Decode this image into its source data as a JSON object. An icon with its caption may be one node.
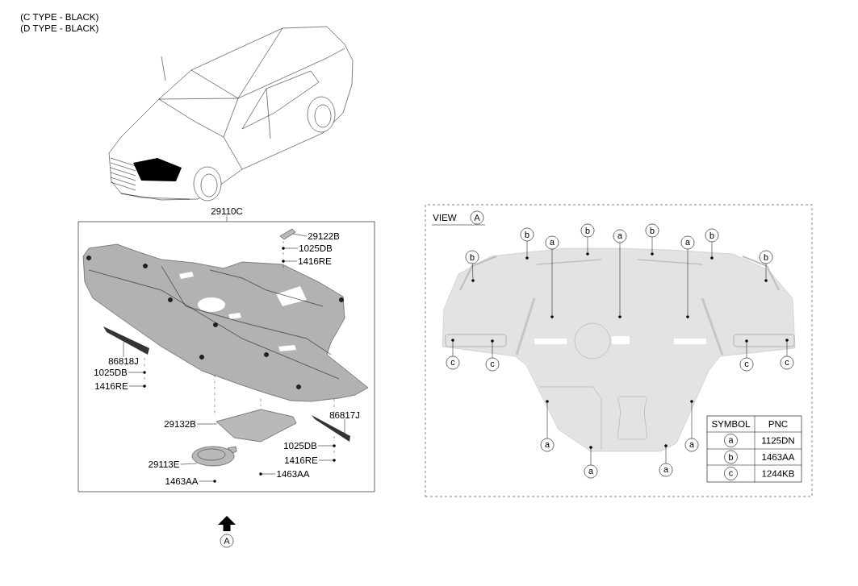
{
  "diagram": {
    "nodes": [
      {
        "text": [
          "29110C"
        ]
      },
      {
        "text": [],
        "shape": "box"
      },
      {
        "text": [
          "29122B"
        ],
        "in": 1
      },
      {
        "text": [
          "1025DB"
        ],
        "in": 1
      },
      {
        "text": [
          "1416RE"
        ],
        "in": 1
      },
      {
        "text": [
          "86818J"
        ],
        "in": 1
      },
      {
        "text": [
          "1025DB"
        ],
        "in": 1
      },
      {
        "text": [
          "1416RE"
        ],
        "in": 1
      },
      {
        "text": [
          "86817J"
        ],
        "in": 1
      },
      {
        "text": [
          "29132B"
        ],
        "in": 1
      },
      {
        "text": [
          "1025DB"
        ],
        "in": 1
      },
      {
        "text": [
          "1416RE"
        ],
        "in": 1
      },
      {
        "text": [
          "29113E"
        ],
        "in": 1
      },
      {
        "text": [
          "1463AA"
        ],
        "in": 1
      },
      {
        "text": [
          "1463AA"
        ],
        "in": 1
      },
      {
        "text": [
          "VIEW",
          "A"
        ]
      },
      {
        "text": [
          "b"
        ],
        "in": 15
      },
      {
        "text": [
          "b"
        ],
        "in": 15
      },
      {
        "text": [
          "a"
        ],
        "in": 15
      },
      {
        "text": [
          "b"
        ],
        "in": 15
      },
      {
        "text": [
          "a"
        ],
        "in": 15
      },
      {
        "text": [
          "b"
        ],
        "in": 15
      },
      {
        "text": [
          "a"
        ],
        "in": 15
      },
      {
        "text": [
          "b"
        ],
        "in": 15
      },
      {
        "text": [
          "b"
        ],
        "in": 15
      },
      {
        "text": [
          "c"
        ],
        "in": 15
      },
      {
        "text": [
          "c"
        ],
        "in": 15
      },
      {
        "text": [
          "c"
        ],
        "in": 15
      },
      {
        "text": [
          "c"
        ],
        "in": 15
      },
      {
        "text": [
          "a"
        ],
        "in": 15
      },
      {
        "text": [
          "a"
        ],
        "in": 15
      },
      {
        "text": [
          "a"
        ],
        "in": 15
      },
      {
        "text": [
          "a"
        ],
        "in": 15
      },
      {
        "text": [],
        "shape": "picture",
        "in": 1
      },
      {
        "text": [],
        "shape": "circle",
        "in": 1
      },
      {
        "text": [],
        "shape": "circle",
        "in": 1
      },
      {
        "text": [],
        "shape": "picture",
        "in": 1
      },
      {
        "text": [],
        "shape": "circle",
        "in": 1
      },
      {
        "text": [],
        "shape": "circle",
        "in": 1
      },
      {
        "text": [],
        "shape": "picture",
        "in": 1
      },
      {
        "text": [],
        "shape": "picture",
        "in": 1
      },
      {
        "text": [],
        "shape": "circle",
        "in": 1
      },
      {
        "text": [],
        "shape": "circle",
        "in": 1
      },
      {
        "text": [],
        "shape": "picture",
        "in": 1
      },
      {
        "text": [],
        "shape": "circle",
        "in": 1
      },
      {
        "text": [],
        "shape": "circle",
        "in": 1
      },
      {
        "text": [],
        "shape": "circle",
        "in": 15
      },
      {
        "text": [],
        "shape": "circle",
        "in": 15
      },
      {
        "text": [],
        "shape": "circle",
        "in": 15
      },
      {
        "text": [],
        "shape": "circle",
        "in": 15
      },
      {
        "text": [],
        "shape": "circle",
        "in": 15
      },
      {
        "text": [],
        "shape": "circle",
        "in": 15
      },
      {
        "text": [],
        "shape": "circle",
        "in": 15
      },
      {
        "text": [],
        "shape": "circle",
        "in": 15
      },
      {
        "text": [],
        "shape": "circle",
        "in": 15
      },
      {
        "text": [],
        "shape": "circle",
        "in": 15
      },
      {
        "text": [],
        "shape": "circle",
        "in": 15
      },
      {
        "text": [],
        "shape": "circle",
        "in": 15
      },
      {
        "text": [],
        "shape": "circle",
        "in": 15
      },
      {
        "text": [],
        "shape": "circle",
        "in": 15
      },
      {
        "text": [],
        "shape": "circle",
        "in": 15
      },
      {
        "text": [],
        "shape": "circle",
        "in": 15
      },
      {
        "text": [],
        "shape": "circle",
        "in": 15
      }
    ],
    "edges": [
      {
        "from": 0,
        "to": 1,
        "arrow": "none"
      },
      {
        "from": 2,
        "to": 33,
        "arrow": "none"
      },
      {
        "from": 3,
        "to": 34,
        "arrow": "none"
      },
      {
        "from": 4,
        "to": 35,
        "arrow": "none"
      },
      {
        "from": 5,
        "to": 36,
        "arrow": "none"
      },
      {
        "from": 6,
        "to": 37,
        "arrow": "none"
      },
      {
        "from": 7,
        "to": 38,
        "arrow": "none"
      },
      {
        "from": 8,
        "to": 39,
        "arrow": "none"
      },
      {
        "from": 9,
        "to": 40,
        "arrow": "none"
      },
      {
        "from": 10,
        "to": 41,
        "arrow": "none"
      },
      {
        "from": 11,
        "to": 42,
        "arrow": "none"
      },
      {
        "from": 12,
        "to": 43,
        "arrow": "none"
      },
      {
        "from": 13,
        "to": 44,
        "arrow": "none"
      },
      {
        "from": 14,
        "to": 45,
        "arrow": "none"
      },
      {
        "from": 16,
        "to": 46,
        "arrow": "none"
      },
      {
        "from": 17,
        "to": 47,
        "arrow": "none"
      },
      {
        "from": 18,
        "to": 48,
        "arrow": "none"
      },
      {
        "from": 19,
        "to": 49,
        "arrow": "none"
      },
      {
        "from": 20,
        "to": 50,
        "arrow": "none"
      },
      {
        "from": 21,
        "to": 51,
        "arrow": "none"
      },
      {
        "from": 22,
        "to": 52,
        "arrow": "none"
      },
      {
        "from": 23,
        "to": 53,
        "arrow": "none"
      },
      {
        "from": 24,
        "to": 54,
        "arrow": "none"
      },
      {
        "from": 25,
        "to": 55,
        "arrow": "none"
      },
      {
        "from": 26,
        "to": 56,
        "arrow": "none"
      },
      {
        "from": 27,
        "to": 57,
        "arrow": "none"
      },
      {
        "from": 28,
        "to": 58,
        "arrow": "none"
      },
      {
        "from": 29,
        "to": 59,
        "arrow": "none"
      },
      {
        "from": 30,
        "to": 60,
        "arrow": "none"
      },
      {
        "from": 31,
        "to": 61,
        "arrow": "none"
      },
      {
        "from": 32,
        "to": 62,
        "arrow": "none"
      }
    ],
    "labels": [
      "(C TYPE - BLACK)",
      "(D TYPE - BLACK)",
      "A",
      "SYMBOL",
      "PNC",
      "a",
      "1125DN",
      "b",
      "1463AA",
      "c",
      "1244KB"
    ]
  }
}
